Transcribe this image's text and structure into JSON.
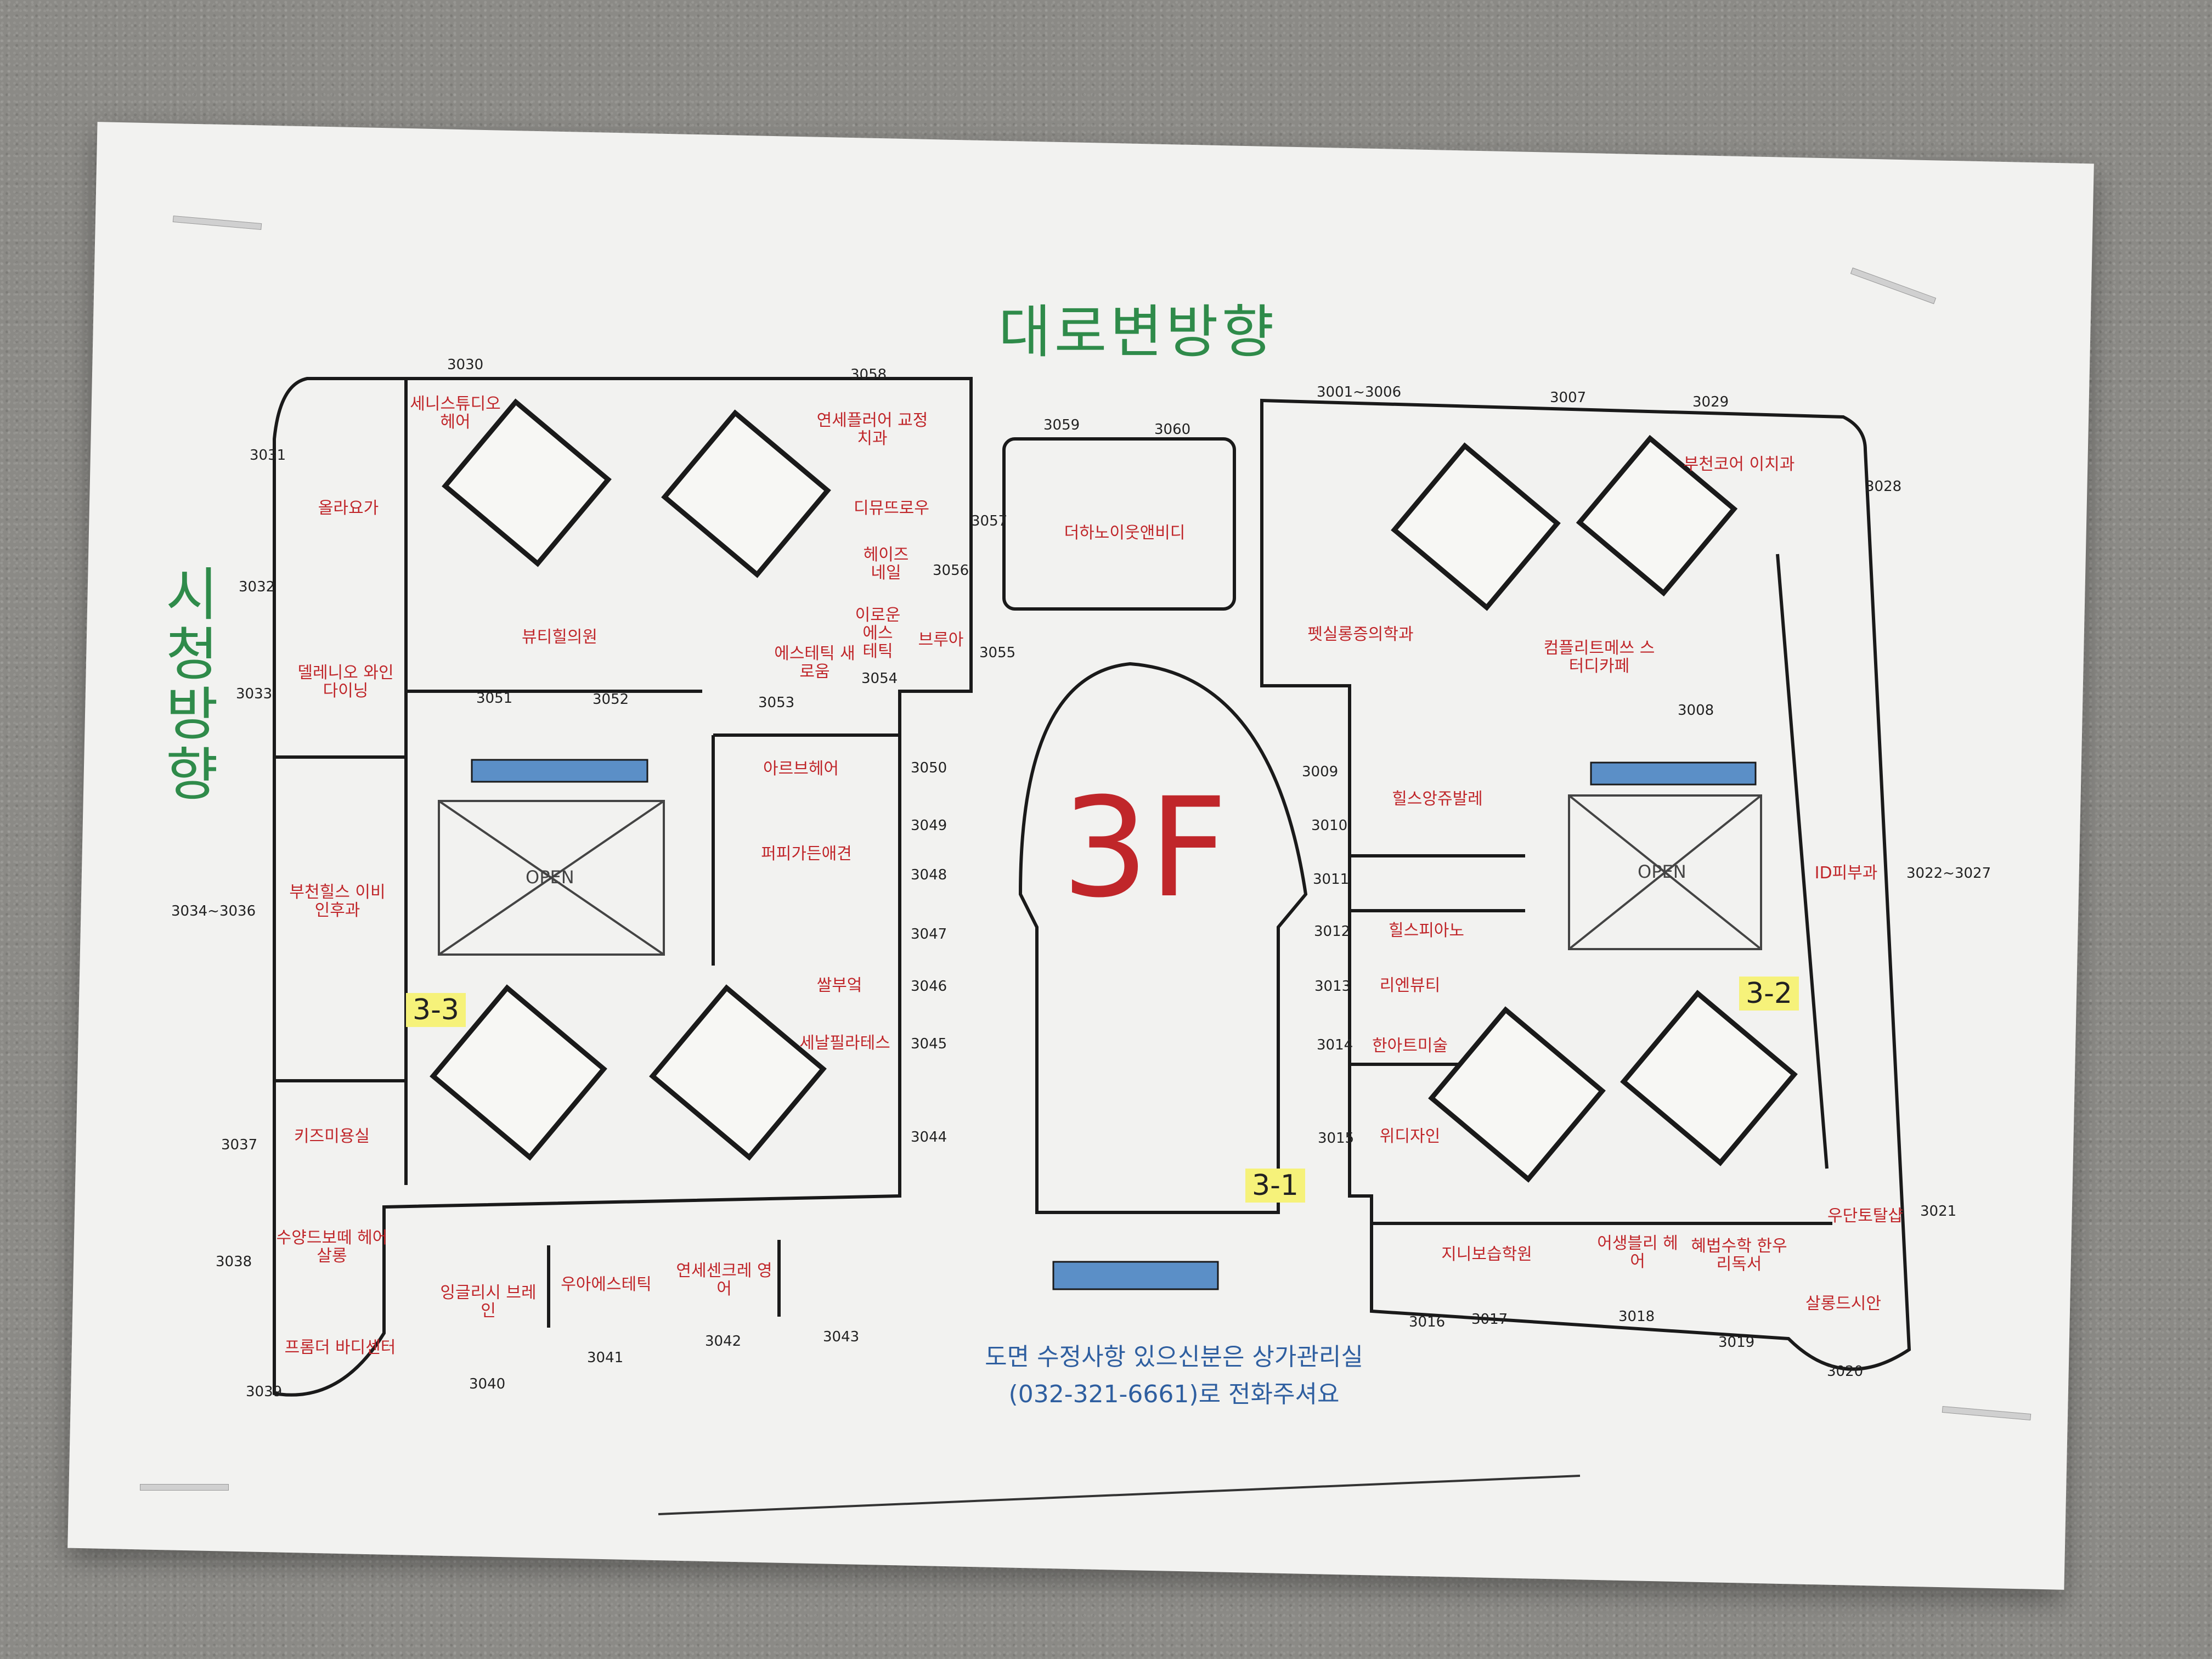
{
  "map": {
    "title_top": "대로변방향",
    "title_left": "시청방향",
    "floor": "3F",
    "notice_line1": "도면 수정사항 있으신분은 상가관리실",
    "notice_line2": "(032-321-6661)로 전화주셔요",
    "open_label": "OPEN",
    "elevators": [
      "3-1",
      "3-2",
      "3-3"
    ],
    "colors": {
      "shop_text": "#c0262a",
      "title_text": "#2f8b4a",
      "notice_text": "#2f5fa0",
      "elevator_tag": "#f6f27a",
      "escalator": "#5b8fc7"
    },
    "shops": [
      {
        "id": "s1",
        "name": "세니스튜디오 헤어"
      },
      {
        "id": "s2",
        "name": "연세플러어 교정치과"
      },
      {
        "id": "s3",
        "name": "디뮤뜨로우"
      },
      {
        "id": "s4",
        "name": "헤이즈 네일"
      },
      {
        "id": "s5",
        "name": "이로운 에스 테틱"
      },
      {
        "id": "s6",
        "name": "브루아"
      },
      {
        "id": "s7",
        "name": "에스테틱 새로움"
      },
      {
        "id": "s8",
        "name": "뷰티힐의원"
      },
      {
        "id": "s9",
        "name": "올라요가"
      },
      {
        "id": "s10",
        "name": "델레니오 와인다이닝"
      },
      {
        "id": "s11",
        "name": "부천힐스 이비인후과"
      },
      {
        "id": "s12",
        "name": "키즈미용실"
      },
      {
        "id": "s13",
        "name": "수양드보떼 헤어살롱"
      },
      {
        "id": "s14",
        "name": "프롬더 바디센터"
      },
      {
        "id": "s15",
        "name": "잉글리시 브레인"
      },
      {
        "id": "s16",
        "name": "우아에스테틱"
      },
      {
        "id": "s17",
        "name": "연세센크레 영어"
      },
      {
        "id": "s18",
        "name": "아르브헤어"
      },
      {
        "id": "s19",
        "name": "퍼피가든애견"
      },
      {
        "id": "s20",
        "name": "쌀부엌"
      },
      {
        "id": "s21",
        "name": "세날필라테스"
      },
      {
        "id": "s22",
        "name": "더하노이웃앤비디"
      },
      {
        "id": "s23",
        "name": "부천코어 이치과"
      },
      {
        "id": "s24",
        "name": "펫실롱증의학과"
      },
      {
        "id": "s25",
        "name": "컴플리트메쓰 스터디카페"
      },
      {
        "id": "s26",
        "name": "힐스앙쥬발레"
      },
      {
        "id": "s27",
        "name": "힐스피아노"
      },
      {
        "id": "s28",
        "name": "리엔뷰티"
      },
      {
        "id": "s29",
        "name": "한아트미술"
      },
      {
        "id": "s30",
        "name": "위디자인"
      },
      {
        "id": "s31",
        "name": "ID피부과"
      },
      {
        "id": "s32",
        "name": "우단토탈샵"
      },
      {
        "id": "s33",
        "name": "지니보습학원"
      },
      {
        "id": "s34",
        "name": "어생블리 헤어"
      },
      {
        "id": "s35",
        "name": "혜법수학 한우리독서"
      },
      {
        "id": "s36",
        "name": "살롱드시안"
      }
    ],
    "unit_numbers": [
      "3030",
      "3058",
      "3031",
      "3032",
      "3033",
      "3051",
      "3052",
      "3053",
      "3057",
      "3056",
      "3055",
      "3054",
      "3059",
      "3060",
      "3001~3006",
      "3007",
      "3029",
      "3028",
      "3008",
      "3009",
      "3010",
      "3011",
      "3012",
      "3013",
      "3014",
      "3015",
      "3022~3027",
      "3021",
      "3020",
      "3019",
      "3018",
      "3017",
      "3016",
      "3050",
      "3049",
      "3048",
      "3047",
      "3046",
      "3045",
      "3044",
      "3034~3036",
      "3037",
      "3038",
      "3039",
      "3040",
      "3041",
      "3042",
      "3043"
    ]
  }
}
